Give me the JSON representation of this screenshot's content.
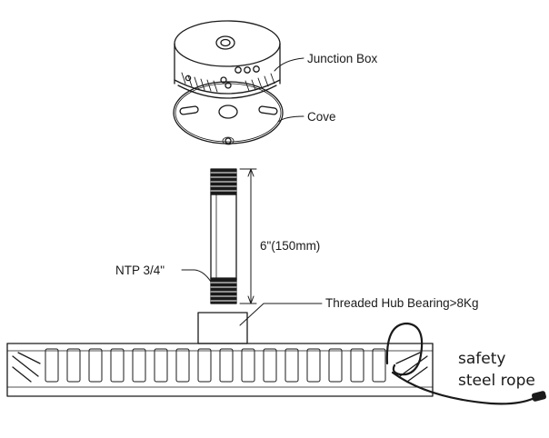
{
  "labels": {
    "junction_box": "Junction Box",
    "cove": "Cove",
    "pipe_length": "6\"(150mm)",
    "thread_spec": "NTP 3/4\"",
    "hub_bearing": "Threaded Hub Bearing>8Kg",
    "safety_line1": "safety",
    "safety_line2": "steel rope"
  },
  "colors": {
    "stroke": "#1a1a1a",
    "background": "#ffffff"
  }
}
